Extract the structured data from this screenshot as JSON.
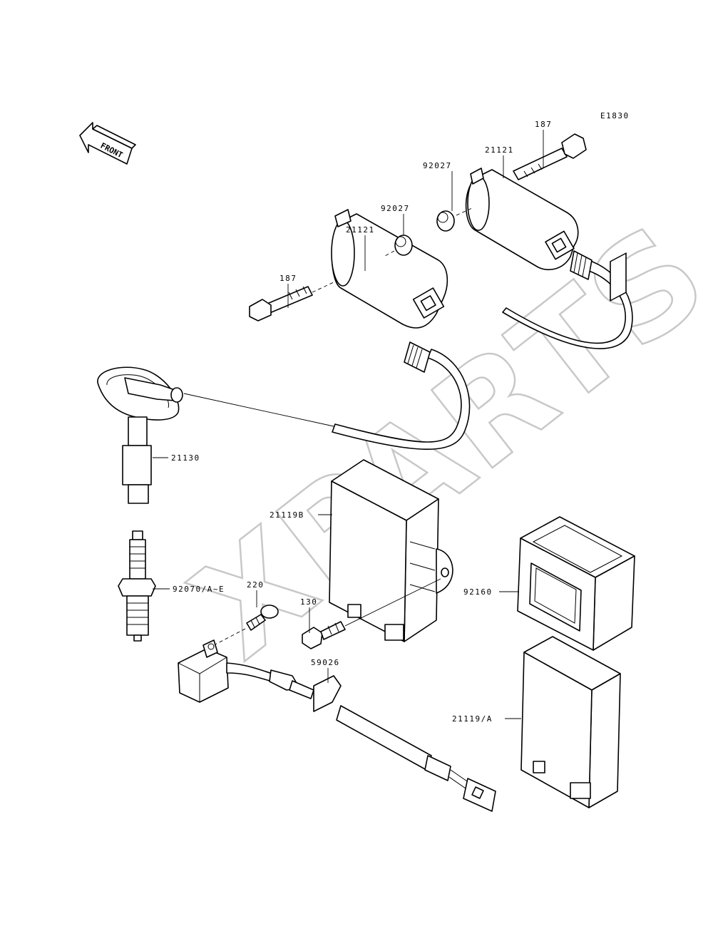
{
  "diagram_code": "E1830",
  "front_label": "FRONT",
  "watermark": "XPARTS",
  "parts": {
    "bolt_top": "187",
    "coil_top": "21121",
    "collar_top": "92027",
    "collar_mid": "92027",
    "coil_mid": "21121",
    "bolt_mid": "187",
    "plug_cap": "21130",
    "igniter_b": "21119B",
    "spark_plug": "92070/A~E",
    "screw": "220",
    "bolt_130": "130",
    "case": "92160",
    "clamp": "59026",
    "igniter_a": "21119/A"
  }
}
